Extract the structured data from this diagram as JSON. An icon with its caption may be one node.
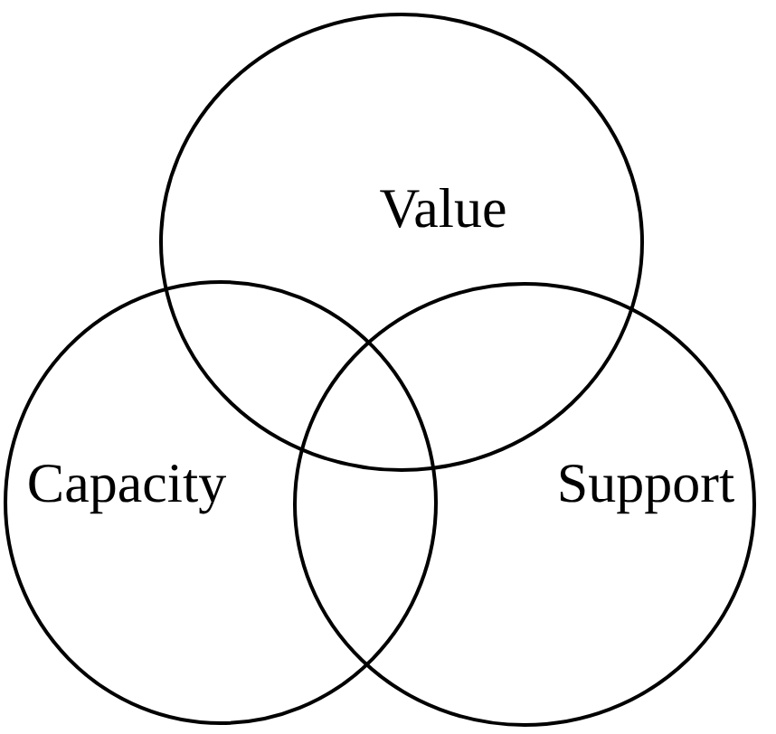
{
  "diagram": {
    "nodes": [
      {
        "text": [
          "Value"
        ]
      },
      {
        "text": [
          "Capacity"
        ]
      },
      {
        "text": [
          "Support"
        ]
      }
    ]
  }
}
